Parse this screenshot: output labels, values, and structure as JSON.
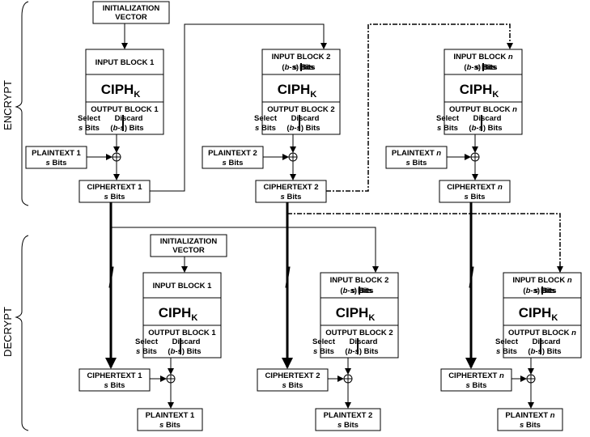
{
  "sections": {
    "encrypt_label": "ENCRYPT",
    "decrypt_label": "DECRYPT"
  },
  "iv": {
    "line1": "INITIALIZATION",
    "line2": "VECTOR"
  },
  "cipher": {
    "main": "CIPH",
    "subscript": "K"
  },
  "encrypt": {
    "blocks": [
      {
        "input": {
          "title": "INPUT BLOCK 1",
          "left": "",
          "right": ""
        },
        "output": {
          "title": "OUTPUT BLOCK 1",
          "select1": "Select",
          "select2": "s Bits",
          "discard1": "Discard",
          "discard2": "(b-s) Bits"
        },
        "plaintext": {
          "line1": "PLAINTEXT 1",
          "line2": "s Bits"
        },
        "ciphertext": {
          "line1": "CIPHERTEXT 1",
          "line2": "s Bits"
        }
      },
      {
        "input": {
          "title": "INPUT BLOCK 2",
          "left": "(b-s) Bits",
          "right": "s Bits"
        },
        "output": {
          "title": "OUTPUT BLOCK 2",
          "select1": "Select",
          "select2": "s Bits",
          "discard1": "Discard",
          "discard2": "(b-s) Bits"
        },
        "plaintext": {
          "line1": "PLAINTEXT 2",
          "line2": "s Bits"
        },
        "ciphertext": {
          "line1": "CIPHERTEXT 2",
          "line2": "s Bits"
        }
      },
      {
        "input": {
          "title": "INPUT BLOCK n",
          "left": "(b-s) Bits",
          "right": "s Bits"
        },
        "output": {
          "title": "OUTPUT BLOCK n",
          "select1": "Select",
          "select2": "s Bits",
          "discard1": "Discard",
          "discard2": "(b-s) Bits"
        },
        "plaintext": {
          "line1": "PLAINTEXT n",
          "line2": "s Bits"
        },
        "ciphertext": {
          "line1": "CIPHERTEXT n",
          "line2": "s Bits"
        }
      }
    ]
  },
  "decrypt": {
    "blocks": [
      {
        "input": {
          "title": "INPUT BLOCK 1",
          "left": "",
          "right": ""
        },
        "output": {
          "title": "OUTPUT BLOCK 1",
          "select1": "Select",
          "select2": "s Bits",
          "discard1": "Discard",
          "discard2": "(b-s) Bits"
        },
        "ciphertext": {
          "line1": "CIPHERTEXT 1",
          "line2": "s Bits"
        },
        "plaintext": {
          "line1": "PLAINTEXT 1",
          "line2": "s Bits"
        }
      },
      {
        "input": {
          "title": "INPUT BLOCK 2",
          "left": "(b-s) Bits",
          "right": "s Bits"
        },
        "output": {
          "title": "OUTPUT BLOCK 2",
          "select1": "Select",
          "select2": "s Bits",
          "discard1": "Discard",
          "discard2": "(b-s) Bits"
        },
        "ciphertext": {
          "line1": "CIPHERTEXT 2",
          "line2": "s Bits"
        },
        "plaintext": {
          "line1": "PLAINTEXT 2",
          "line2": "s Bits"
        }
      },
      {
        "input": {
          "title": "INPUT BLOCK n",
          "left": "(b-s) Bits",
          "right": "s Bits"
        },
        "output": {
          "title": "OUTPUT BLOCK n",
          "select1": "Select",
          "select2": "s Bits",
          "discard1": "Discard",
          "discard2": "(b-s) Bits"
        },
        "ciphertext": {
          "line1": "CIPHERTEXT n",
          "line2": "s Bits"
        },
        "plaintext": {
          "line1": "PLAINTEXT n",
          "line2": "s Bits"
        }
      }
    ]
  }
}
